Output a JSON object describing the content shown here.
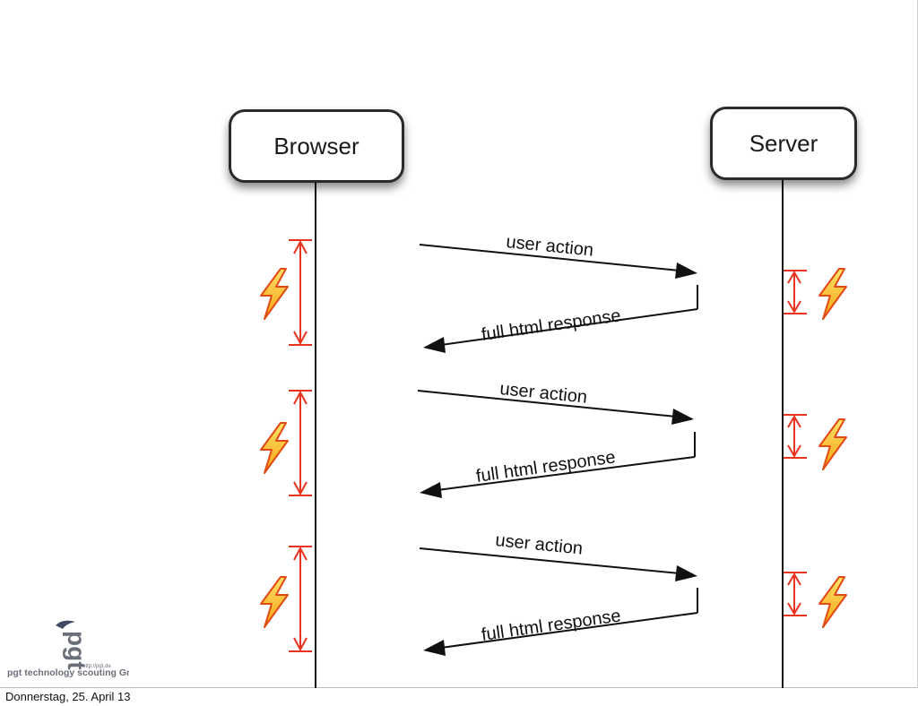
{
  "diagram": {
    "participants": {
      "browser": "Browser",
      "server": "Server"
    },
    "messages": [
      {
        "request": "user action",
        "response": "full html response"
      },
      {
        "request": "user action",
        "response": "full html response"
      },
      {
        "request": "user action",
        "response": "full html response"
      }
    ],
    "icons": {
      "wait_marker": "lightning-bolt-icon"
    },
    "colors": {
      "lifeline": "#111111",
      "arrow": "#111111",
      "interval_marker": "#e8331f",
      "bolt_fill": "#f7c21b",
      "bolt_outline": "#e14a12"
    }
  },
  "logo": {
    "mark": "pgt",
    "company": "pgt technology scouting GmbH",
    "url": "http://pgt.de"
  },
  "footer": {
    "date": "Donnerstag, 25. April 13"
  }
}
